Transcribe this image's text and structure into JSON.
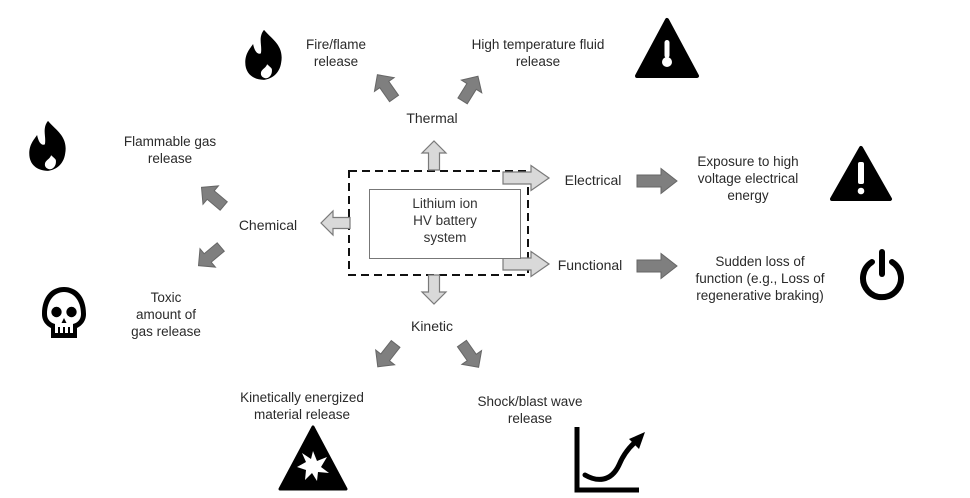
{
  "center": {
    "lines": [
      "Lithium ion",
      "HV battery",
      "system"
    ]
  },
  "categories": {
    "thermal": "Thermal",
    "chemical": "Chemical",
    "electrical": "Electrical",
    "functional": "Functional",
    "kinetic": "Kinetic"
  },
  "hazards": {
    "fire_flame": [
      "Fire/flame",
      "release"
    ],
    "high_temp_fluid": [
      "High temperature fluid",
      "release"
    ],
    "flammable_gas": [
      "Flammable gas",
      "release"
    ],
    "toxic_gas": [
      "Toxic",
      "amount of",
      "gas release"
    ],
    "hv_exposure": [
      "Exposure to high",
      "voltage electrical",
      "energy"
    ],
    "loss_of_function": [
      "Sudden loss of",
      "function (e.g., Loss of",
      "regenerative braking)"
    ],
    "kinetic_material": [
      "Kinetically energized",
      "material release"
    ],
    "shock_blast": [
      "Shock/blast wave",
      "release"
    ]
  },
  "icons": {
    "fire_flame": "flame-icon",
    "high_temp_fluid": "thermometer-warning-icon",
    "flammable_gas": "flame-icon",
    "toxic_gas": "skull-icon",
    "hv_exposure": "exclamation-warning-icon",
    "loss_of_function": "power-icon",
    "kinetic_material": "explosion-warning-icon",
    "shock_blast": "pressure-curve-icon"
  },
  "colors": {
    "arrow_fill": "#d9d9d9",
    "arrow_fill_dark": "#7f7f7f",
    "arrow_stroke": "#7a7a7a",
    "icon": "#000000"
  }
}
